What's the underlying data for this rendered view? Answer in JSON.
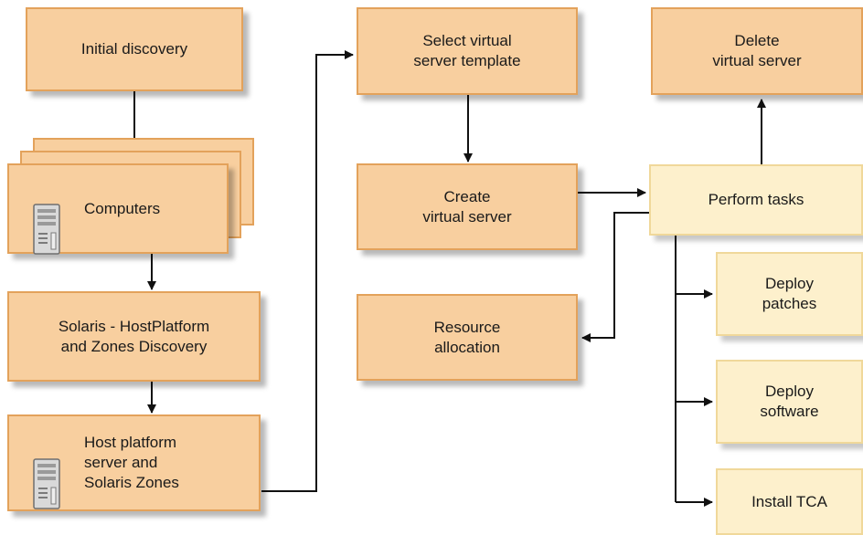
{
  "nodes": {
    "initial_discovery": "Initial discovery",
    "computers": "Computers",
    "solaris_discovery": "Solaris - HostPlatform\nand Zones Discovery",
    "host_platform": "Host platform\nserver and\nSolaris Zones",
    "select_template": "Select virtual\nserver template",
    "create_server": "Create\nvirtual server",
    "resource_allocation": "Resource\nallocation",
    "delete_server": "Delete\nvirtual server",
    "perform_tasks": "Perform tasks",
    "deploy_patches": "Deploy\npatches",
    "deploy_software": "Deploy\nsoftware",
    "install_tca": "Install TCA"
  },
  "icons": {
    "computers": "server-tower-icon",
    "host_platform": "server-tower-icon"
  },
  "colors": {
    "box_fill": "#f8cf9f",
    "box_border": "#e3a25b",
    "task_fill": "#fdf0cc",
    "task_border": "#f0d89a",
    "arrow": "#111111"
  }
}
